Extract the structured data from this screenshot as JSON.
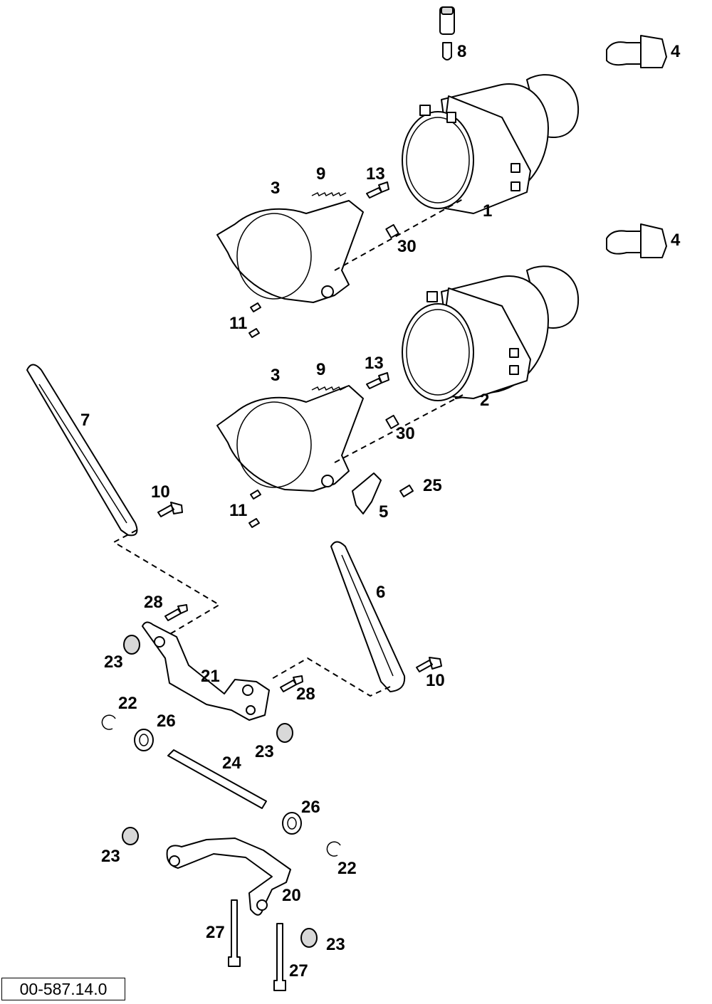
{
  "diagram": {
    "reference_code": "00-587.14.0",
    "callouts": {
      "c1": "1",
      "c2": "2",
      "c3a": "3",
      "c3b": "3",
      "c4a": "4",
      "c4b": "4",
      "c5": "5",
      "c6": "6",
      "c7": "7",
      "c8": "8",
      "c9a": "9",
      "c9b": "9",
      "c10a": "10",
      "c10b": "10",
      "c11a": "11",
      "c11b": "11",
      "c13a": "13",
      "c13b": "13",
      "c20": "20",
      "c21": "21",
      "c22a": "22",
      "c22b": "22",
      "c23a": "23",
      "c23b": "23",
      "c23c": "23",
      "c23d": "23",
      "c24": "24",
      "c25": "25",
      "c26a": "26",
      "c26b": "26",
      "c27a": "27",
      "c27b": "27",
      "c28a": "28",
      "c28b": "28",
      "c30a": "30",
      "c30b": "30"
    }
  }
}
